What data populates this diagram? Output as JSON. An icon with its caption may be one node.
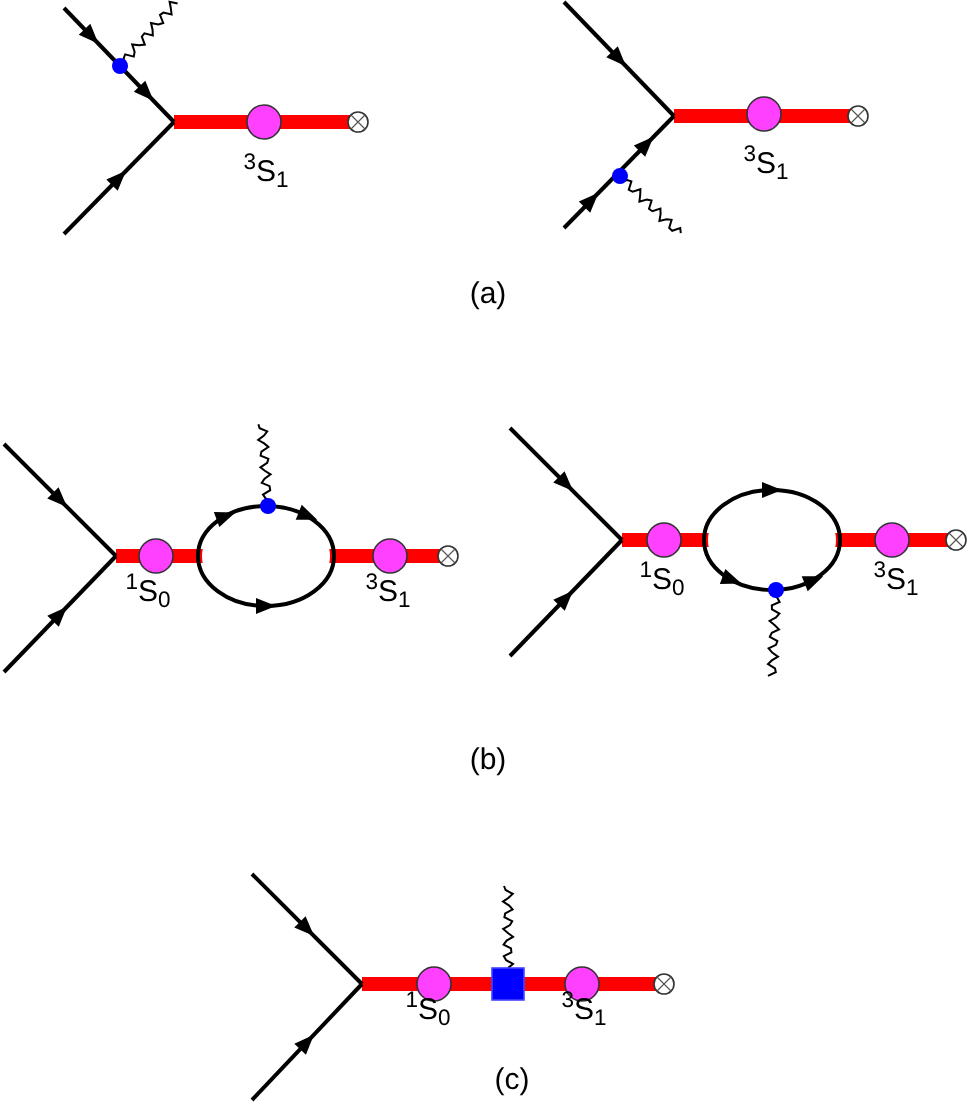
{
  "diagram": {
    "labels": [
      "$^{3}$S$_{1}$",
      "$^{3}$S$_{1}$",
      "(a)",
      "$^{1}$S$_{0}$",
      "$^{3}$S$_{1}$",
      "$^{1}$S$_{0}$",
      "$^{3}$S$_{1}$",
      "(b)",
      "$^{1}$S$_{0}$",
      "$^{3}$S$_{1}$",
      "(c)"
    ]
  }
}
